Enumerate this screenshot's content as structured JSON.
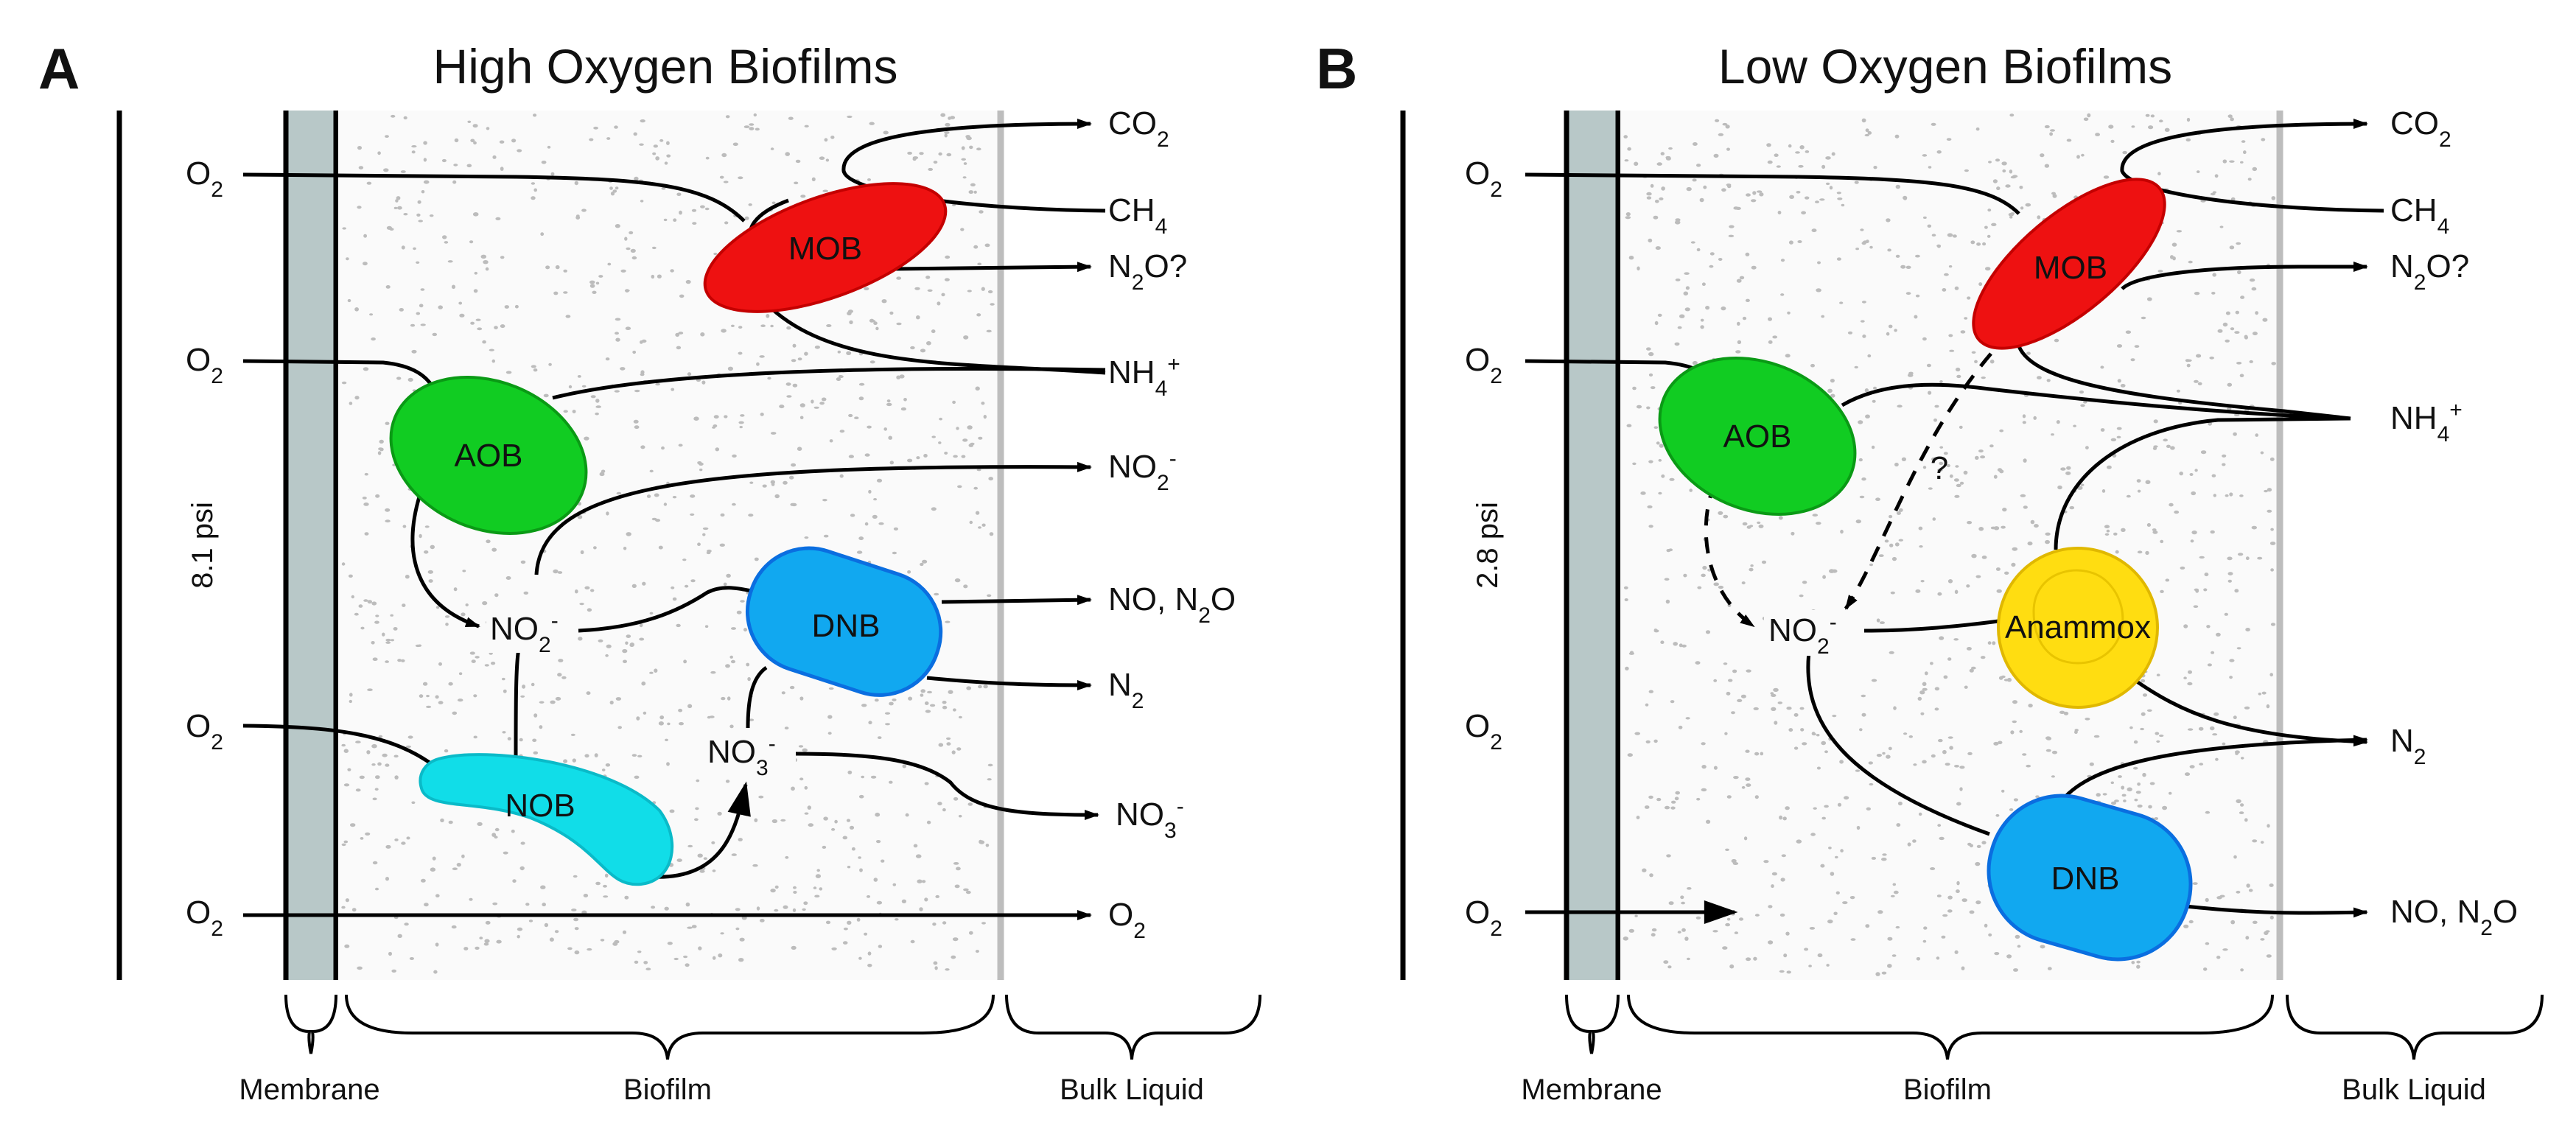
{
  "panel_a": {
    "letter": "A",
    "title": "High Oxygen Biofilms",
    "pressure": "8.1 psi",
    "cells": {
      "mob": "MOB",
      "aob": "AOB",
      "dnb": "DNB",
      "nob": "NOB"
    },
    "inputs": {
      "o2": "O",
      "o2_sub": "2"
    },
    "intermediates": {
      "no2": {
        "main": "NO",
        "sub": "2",
        "sup": "-"
      },
      "no3": {
        "main": "NO",
        "sub": "3",
        "sup": "-"
      }
    },
    "outputs": {
      "co2": {
        "main": "CO",
        "sub": "2"
      },
      "ch4": {
        "main": "CH",
        "sub": "4"
      },
      "n2o_q": {
        "pre": "N",
        "sub": "2",
        "post": "O?"
      },
      "nh4": {
        "main": "NH",
        "sub": "4",
        "sup": "+"
      },
      "no2": {
        "main": "NO",
        "sub": "2",
        "sup": "-"
      },
      "no_n2o": {
        "pre": "NO, N",
        "sub": "2",
        "post": "O"
      },
      "n2": {
        "main": "N",
        "sub": "2"
      },
      "no3": {
        "main": "NO",
        "sub": "3",
        "sup": "-"
      },
      "o2": {
        "main": "O",
        "sub": "2"
      }
    },
    "regions": {
      "membrane": "Membrane",
      "biofilm": "Biofilm",
      "bulk": "Bulk Liquid"
    }
  },
  "panel_b": {
    "letter": "B",
    "title": "Low Oxygen Biofilms",
    "pressure": "2.8 psi",
    "cells": {
      "mob": "MOB",
      "aob": "AOB",
      "anammox": "Anammox",
      "dnb": "DNB"
    },
    "unknown": "?",
    "inputs": {
      "o2": "O",
      "o2_sub": "2"
    },
    "intermediates": {
      "no2": {
        "main": "NO",
        "sub": "2",
        "sup": "-"
      }
    },
    "outputs": {
      "co2": {
        "main": "CO",
        "sub": "2"
      },
      "ch4": {
        "main": "CH",
        "sub": "4"
      },
      "n2o_q": {
        "pre": "N",
        "sub": "2",
        "post": "O?"
      },
      "nh4": {
        "main": "NH",
        "sub": "4",
        "sup": "+"
      },
      "n2": {
        "main": "N",
        "sub": "2"
      },
      "no_n2o": {
        "pre": "NO, N",
        "sub": "2",
        "post": "O"
      }
    },
    "regions": {
      "membrane": "Membrane",
      "biofilm": "Biofilm",
      "bulk": "Bulk Liquid"
    }
  },
  "colors": {
    "mob": "#ee1111",
    "aob": "#11cc22",
    "dnb": "#11a8f0",
    "nob": "#11dde8",
    "anammox": "#ffdd11",
    "membrane": "#b8c8c8",
    "dots": "#bcbcbc",
    "bulk_boundary": "#bdbdbd"
  }
}
